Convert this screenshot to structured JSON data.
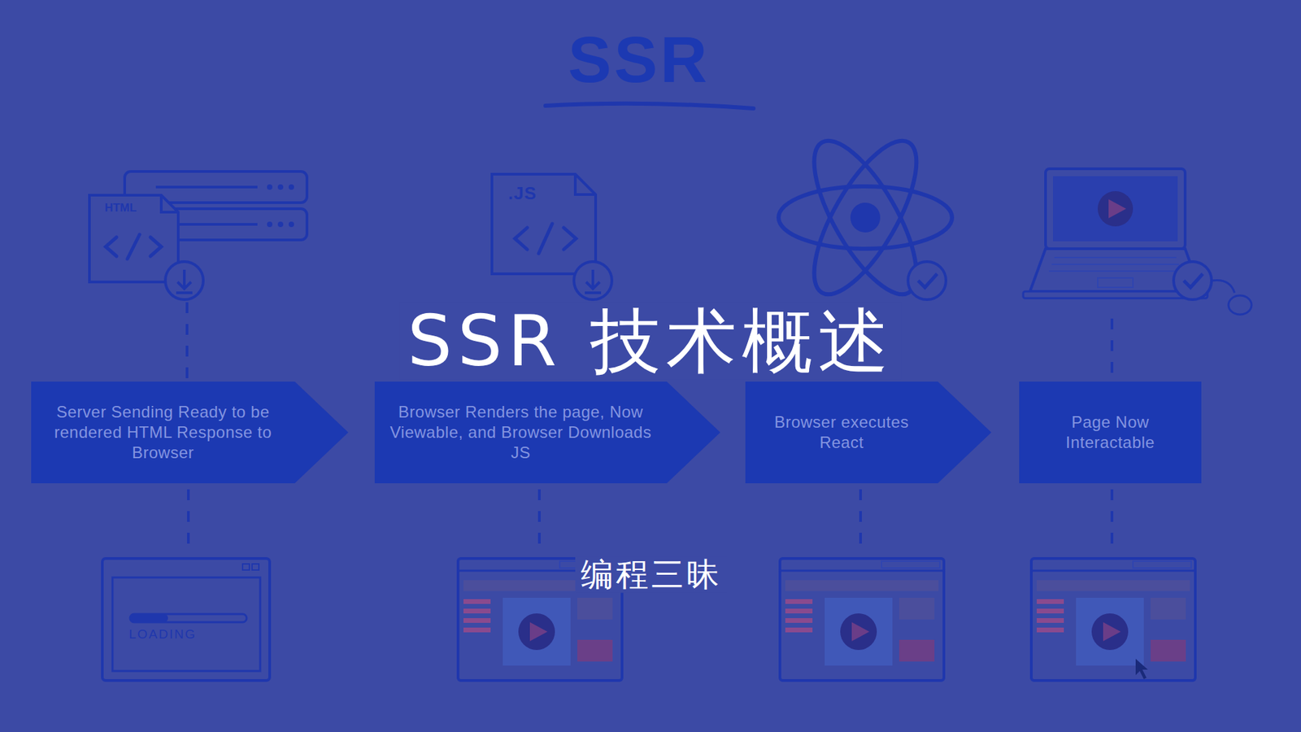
{
  "diagram": {
    "title": "SSR 技术概述",
    "nodes": [
      {
        "text": [
          "Server Sending Ready to be rendered HTML Response to Browser"
        ]
      },
      {
        "text": [
          "Browser Renders the page, Now Viewable, and Browser Downloads JS"
        ]
      },
      {
        "text": [
          "Browser executes React"
        ]
      },
      {
        "text": [
          "Page Now Interactable"
        ]
      }
    ],
    "labels": [
      "SSR",
      "HTML",
      ".JS",
      "LOADING",
      "编程三昧"
    ]
  }
}
